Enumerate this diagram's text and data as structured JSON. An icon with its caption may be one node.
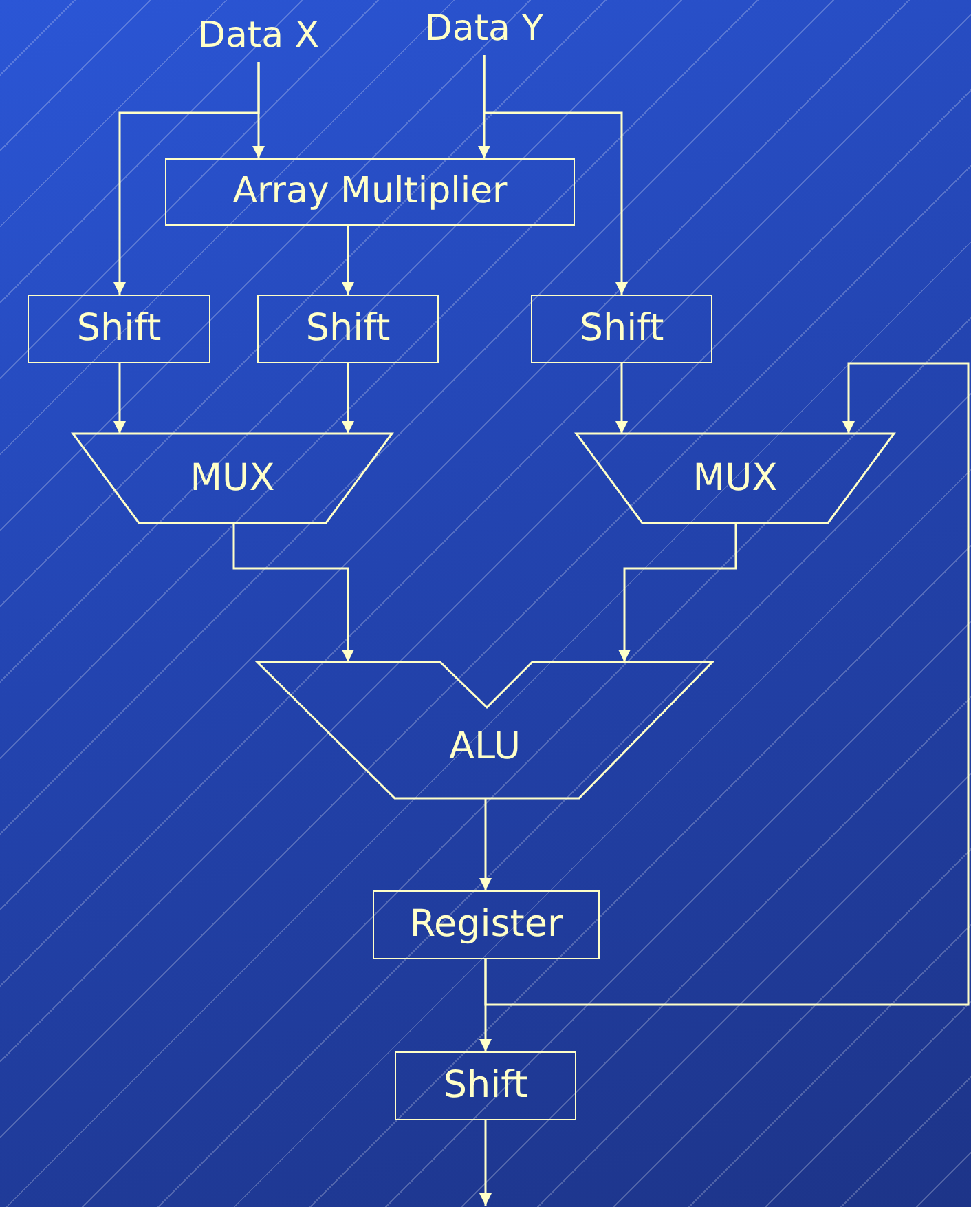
{
  "diagram": {
    "nodes": [
      {
        "text": [
          "Data X"
        ]
      },
      {
        "text": [
          "Data Y"
        ]
      },
      {
        "text": [
          "Array Multiplier"
        ]
      },
      {
        "text": [
          "Shift"
        ]
      },
      {
        "text": [
          "Shift"
        ]
      },
      {
        "text": [
          "Shift"
        ]
      },
      {
        "text": [
          "MUX"
        ]
      },
      {
        "text": [
          "MUX"
        ]
      },
      {
        "text": [
          "ALU"
        ]
      },
      {
        "text": [
          "Register"
        ]
      },
      {
        "text": [
          "Shift"
        ]
      }
    ],
    "edges": [
      {
        "from": 0,
        "to": 2,
        "arrow": "to"
      },
      {
        "from": 0,
        "to": 3,
        "arrow": "to"
      },
      {
        "from": 1,
        "to": 2,
        "arrow": "to"
      },
      {
        "from": 1,
        "to": 5,
        "arrow": "to"
      },
      {
        "from": 2,
        "to": 4,
        "arrow": "to"
      },
      {
        "from": 3,
        "to": 6,
        "arrow": "to"
      },
      {
        "from": 4,
        "to": 6,
        "arrow": "to"
      },
      {
        "from": 5,
        "to": 7,
        "arrow": "to"
      },
      {
        "from": 9,
        "to": 7,
        "arrow": "to"
      },
      {
        "from": 6,
        "to": 8,
        "arrow": "to"
      },
      {
        "from": 7,
        "to": 8,
        "arrow": "to"
      },
      {
        "from": 8,
        "to": 9,
        "arrow": "to"
      },
      {
        "from": 9,
        "to": 10,
        "arrow": "to"
      },
      {
        "from": 10,
        "to": null,
        "arrow": "to"
      }
    ]
  }
}
